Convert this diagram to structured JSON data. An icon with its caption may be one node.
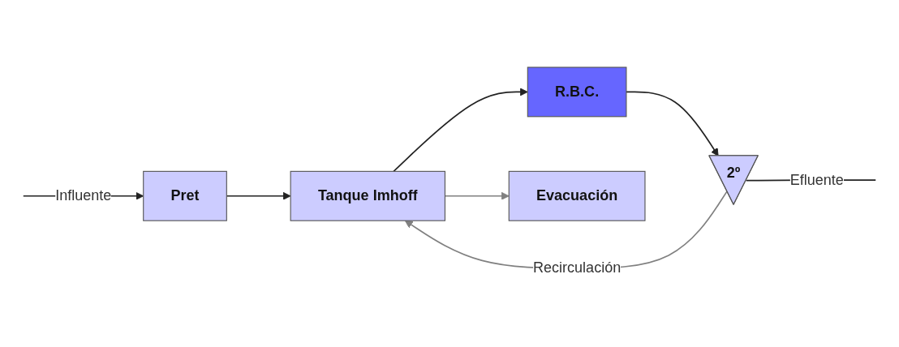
{
  "diagram": {
    "nodes": [
      {
        "text": [
          "Pret"
        ]
      },
      {
        "text": [
          "Tanque Imhoff"
        ]
      },
      {
        "text": [
          "R.B.C."
        ]
      },
      {
        "text": [
          "2º"
        ]
      },
      {
        "text": [
          "Evacuación"
        ]
      }
    ],
    "edges": [
      {
        "from": null,
        "to": 0,
        "arrow": "to",
        "label": "Influente"
      },
      {
        "from": 0,
        "to": 1,
        "arrow": "to"
      },
      {
        "from": 3,
        "to": 1,
        "arrow": "to",
        "label": "Recirculación",
        "color": "#808080"
      },
      {
        "from": 1,
        "to": 2,
        "arrow": "to"
      },
      {
        "from": 2,
        "to": 3,
        "arrow": "to"
      },
      {
        "from": 3,
        "to": null,
        "arrow": "none",
        "label": "Efluente"
      },
      {
        "from": 1,
        "to": 4,
        "arrow": "to",
        "color": "#808080"
      }
    ]
  }
}
